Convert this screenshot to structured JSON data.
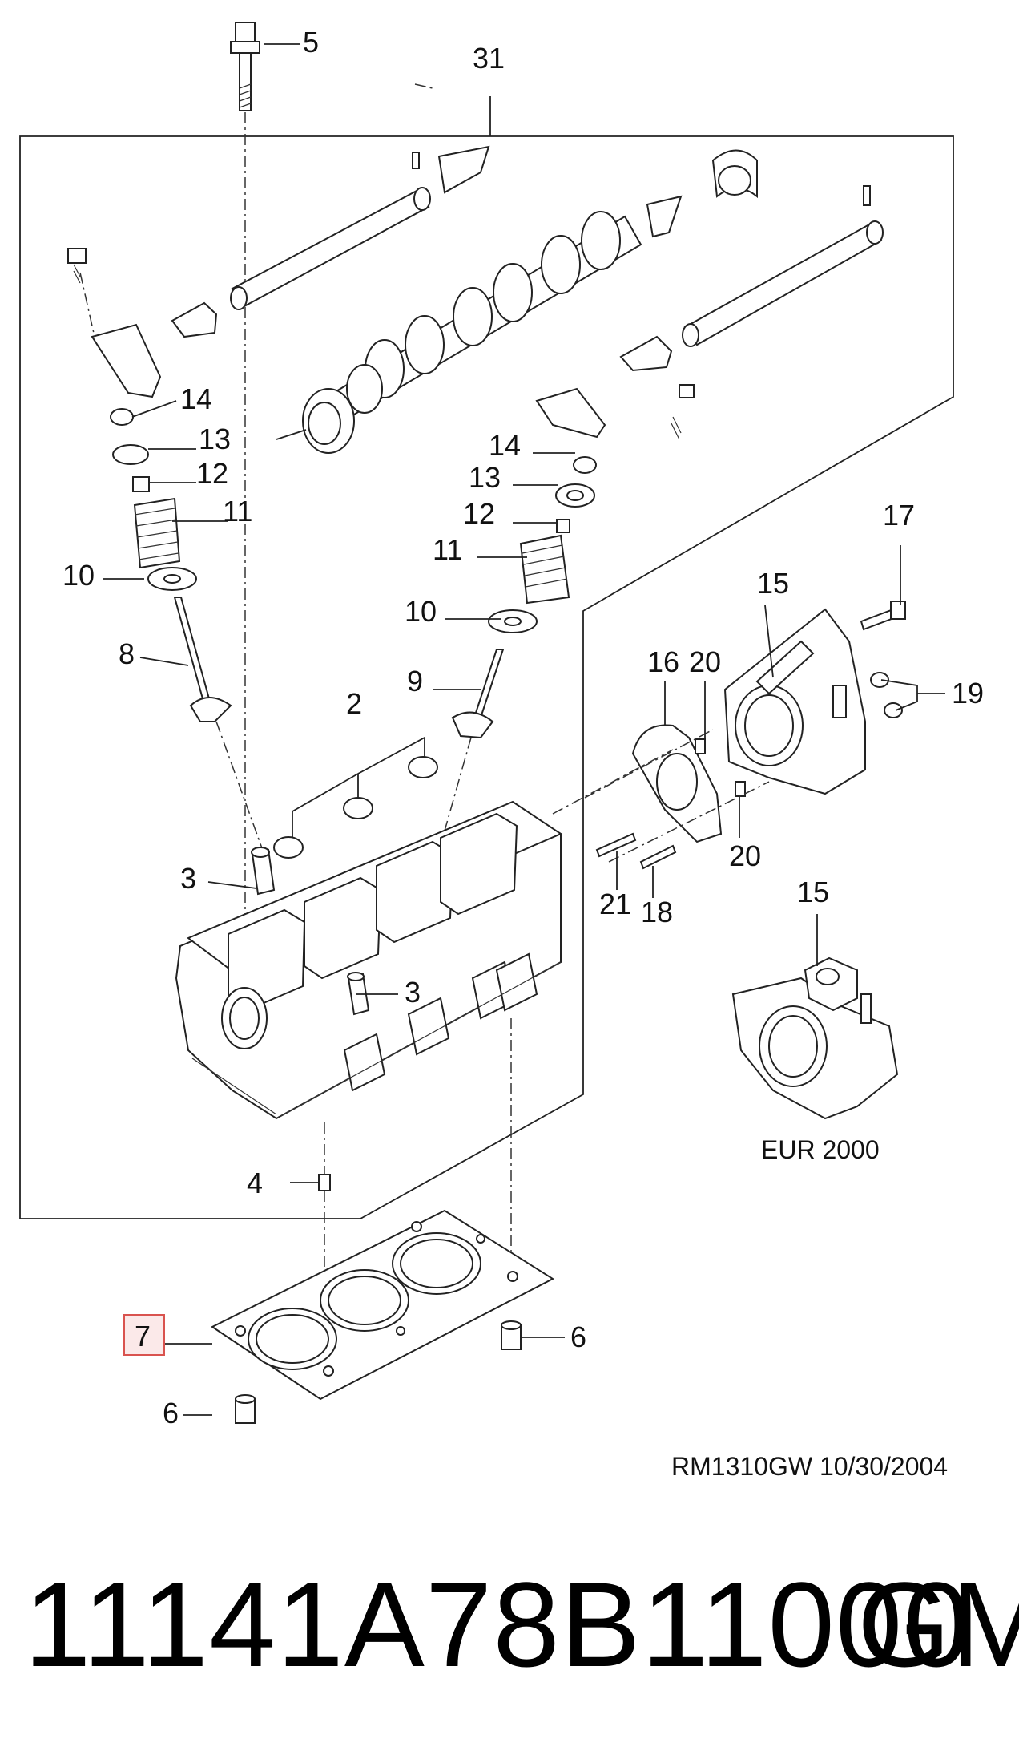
{
  "diagram": {
    "callouts": {
      "c1": "5",
      "c2": "31",
      "c3": "14",
      "c4": "13",
      "c5": "12",
      "c6": "11",
      "c7": "10",
      "c8": "8",
      "c9": "14",
      "c10": "13",
      "c11": "12",
      "c12": "11",
      "c13": "10",
      "c14": "9",
      "c15": "2",
      "c16": "3",
      "c17": "3",
      "c18": "4",
      "c19": "7",
      "c20": "6",
      "c21": "6",
      "c22": "17",
      "c23": "15",
      "c24": "16",
      "c25": "20",
      "c26": "19",
      "c27": "20",
      "c28": "21",
      "c29": "18",
      "c30": "15"
    },
    "variant_label": "EUR 2000",
    "drawing_id": "RM1310GW  10/30/2004",
    "highlight_color": "#d9534f"
  },
  "footer": {
    "part_number": "11141A78B11000",
    "brand": "GM"
  }
}
